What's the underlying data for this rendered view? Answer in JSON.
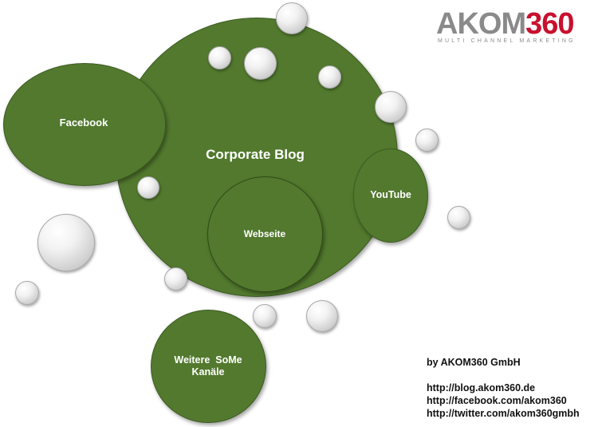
{
  "logo": {
    "text_gray": "AKOM",
    "text_red": "360",
    "tagline": "MULTI CHANNEL MARKETING",
    "color_gray": "#8a8a8a",
    "color_red": "#c8102e"
  },
  "nodes": {
    "corporate_blog": "Corporate Blog",
    "facebook": "Facebook",
    "webseite": "Webseite",
    "youtube": "YouTube",
    "weitere_line1": "Weitere  SoMe",
    "weitere_line2": "Kanäle"
  },
  "footer": {
    "company": "by AKOM360 GmbH",
    "links": [
      "http://blog.akom360.de",
      "http://facebook.com/akom360",
      "http://twitter.com/akom360gmbh"
    ]
  },
  "colors": {
    "node_green": "#52792e",
    "bubble_gray": "#d0d0d0"
  }
}
